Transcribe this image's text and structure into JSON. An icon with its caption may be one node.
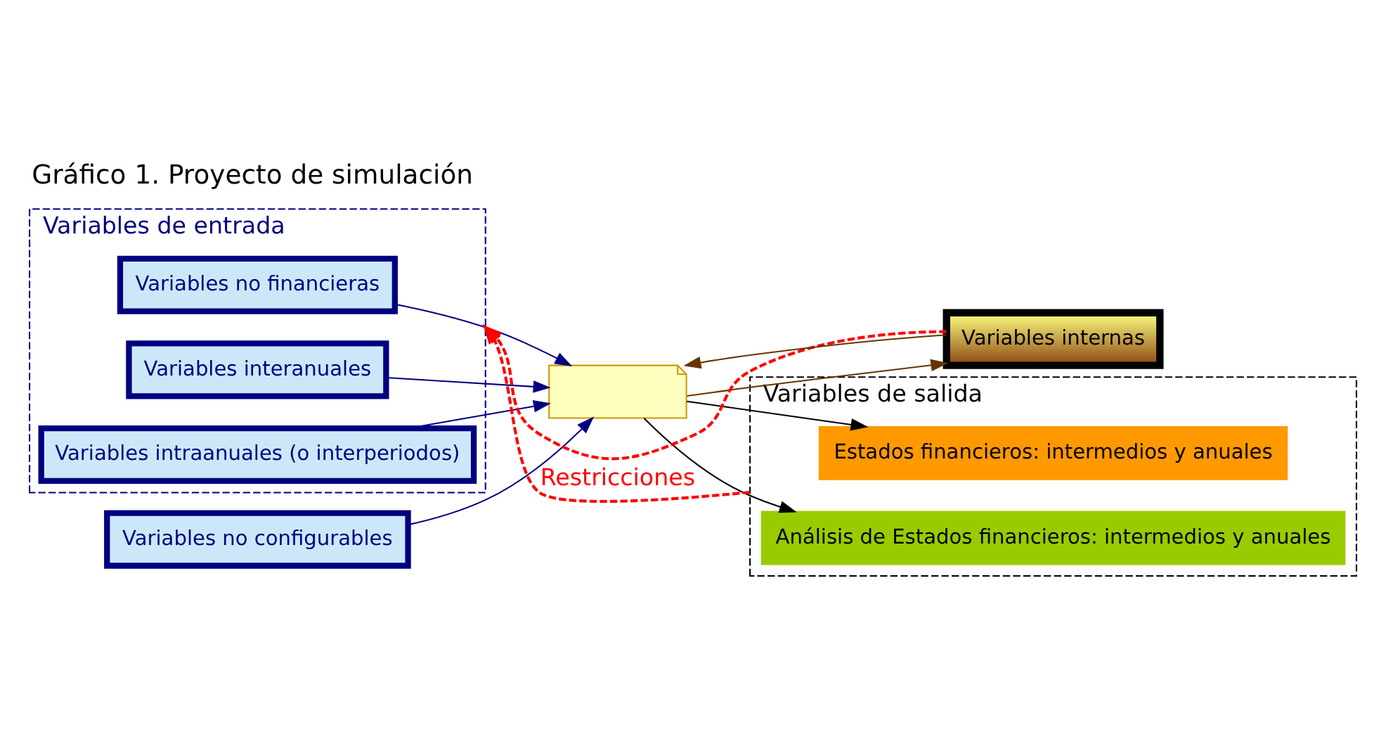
{
  "diagram": {
    "title": "Gráfico 1. Proyecto de simulación",
    "nodes": [
      {
        "text": [
          "Variables de entrada"
        ]
      },
      {
        "text": [
          "Variables no financieras"
        ],
        "in": 0
      },
      {
        "text": [
          "Variables interanuales"
        ],
        "in": 0
      },
      {
        "text": [
          "Variables intraanuales (o interperiodos)"
        ],
        "in": 0
      },
      {
        "text": [
          "Variables no configurables"
        ]
      },
      {
        "text": [],
        "shape": "box"
      },
      {
        "text": [
          "Variables internas"
        ]
      },
      {
        "text": [
          "Variables de salida"
        ]
      },
      {
        "text": [
          "Estados financieros: intermedios y anuales"
        ],
        "in": 7
      },
      {
        "text": [
          "Análisis de Estados financieros: intermedios y anuales"
        ],
        "in": 7
      }
    ],
    "edges": [
      {
        "from": 1,
        "to": 5,
        "arrow": "to"
      },
      {
        "from": 2,
        "to": 5,
        "arrow": "to"
      },
      {
        "from": 3,
        "to": 5,
        "arrow": "to"
      },
      {
        "from": 4,
        "to": 5,
        "arrow": "to"
      },
      {
        "from": 5,
        "to": 8,
        "arrow": "to",
        "color": "#000000"
      },
      {
        "from": 5,
        "to": 9,
        "arrow": "to",
        "color": "#000000"
      },
      {
        "from": 5,
        "to": 6,
        "arrow": "to",
        "color": "#663300"
      },
      {
        "from": 6,
        "to": 5,
        "arrow": "to",
        "color": "#663300"
      },
      {
        "from": 7,
        "to": 0,
        "arrow": "to",
        "label": "Restricciones",
        "style": "dashed",
        "color": "#ff0000"
      },
      {
        "from": 6,
        "to": 0,
        "arrow": "to",
        "style": "dashed",
        "color": "#ff0000"
      }
    ]
  }
}
